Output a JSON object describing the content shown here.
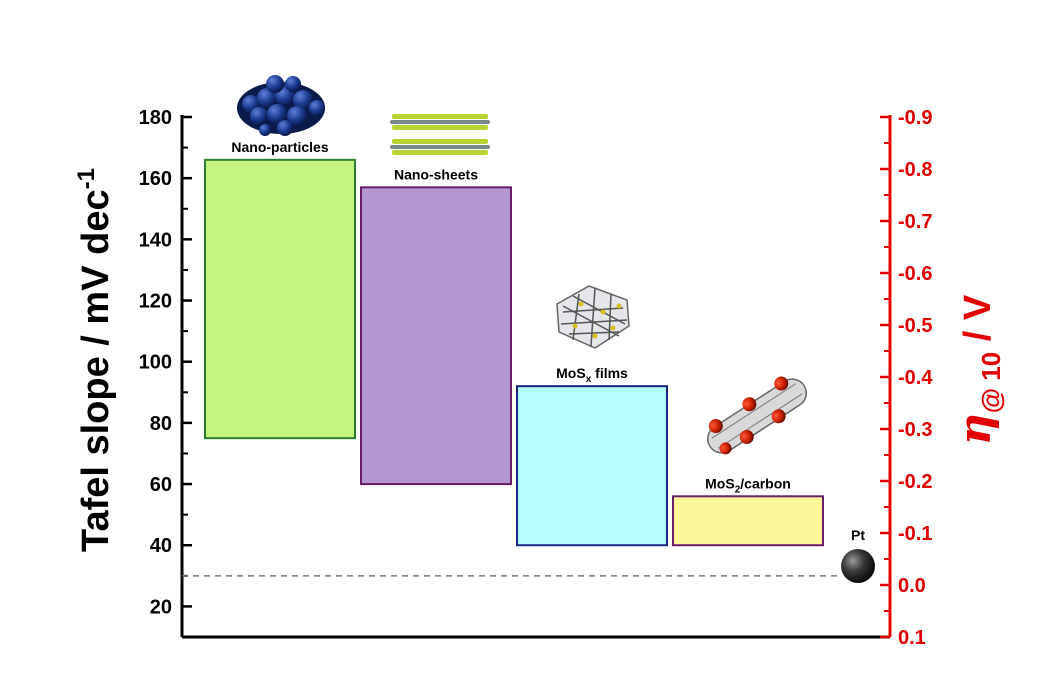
{
  "chart_data": {
    "type": "bar",
    "title": "",
    "ylabel": "Tafel slope / mV dec",
    "ylabel_sup": "-1",
    "y2label_symbol": "η",
    "y2label_sub": "@ 10",
    "y2label_unit": " / V",
    "ylim": [
      10,
      180
    ],
    "yticks": [
      20,
      40,
      60,
      80,
      100,
      120,
      140,
      160,
      180
    ],
    "y2lim": [
      0.1,
      -0.9
    ],
    "y2ticks": [
      0.1,
      0.0,
      -0.1,
      -0.2,
      -0.3,
      -0.4,
      -0.5,
      -0.6,
      -0.7,
      -0.8,
      -0.9
    ],
    "y2tick_labels": [
      "0.1",
      "0.0",
      "-0.1",
      "-0.2",
      "-0.3",
      "-0.4",
      "-0.5",
      "-0.6",
      "-0.7",
      "-0.8",
      "-0.9"
    ],
    "reference_line": {
      "label": "Pt",
      "y": 30,
      "style": "dashed"
    },
    "bars": [
      {
        "label": "Nano-particles",
        "label_main": "Nano-particles",
        "label_sub": "",
        "label_rest": "",
        "low": 75,
        "high": 166,
        "fill": "#c6f57f",
        "stroke": "#2e7d32",
        "icon": "nanoparticle-cluster-icon"
      },
      {
        "label": "Nano-sheets",
        "label_main": "Nano-sheets",
        "label_sub": "",
        "label_rest": "",
        "low": 60,
        "high": 157,
        "fill": "#b497d0",
        "stroke": "#6a1b6a",
        "icon": "layered-nanosheets-icon"
      },
      {
        "label": "MoSx films",
        "label_main": "MoS",
        "label_sub": "x",
        "label_rest": " films",
        "low": 40,
        "high": 92,
        "fill": "#b8fdfd",
        "stroke": "#1a237e",
        "icon": "crystal-lattice-film-icon"
      },
      {
        "label": "MoS2/carbon",
        "label_main": "MoS",
        "label_sub": "2",
        "label_rest": "/carbon",
        "low": 40,
        "high": 56,
        "fill": "#fdf79a",
        "stroke": "#6a1b6a",
        "icon": "carbon-nanotube-icon"
      }
    ]
  },
  "colors": {
    "left_axis": "#000000",
    "right_axis": "#e00000",
    "ref_line": "#777777"
  }
}
